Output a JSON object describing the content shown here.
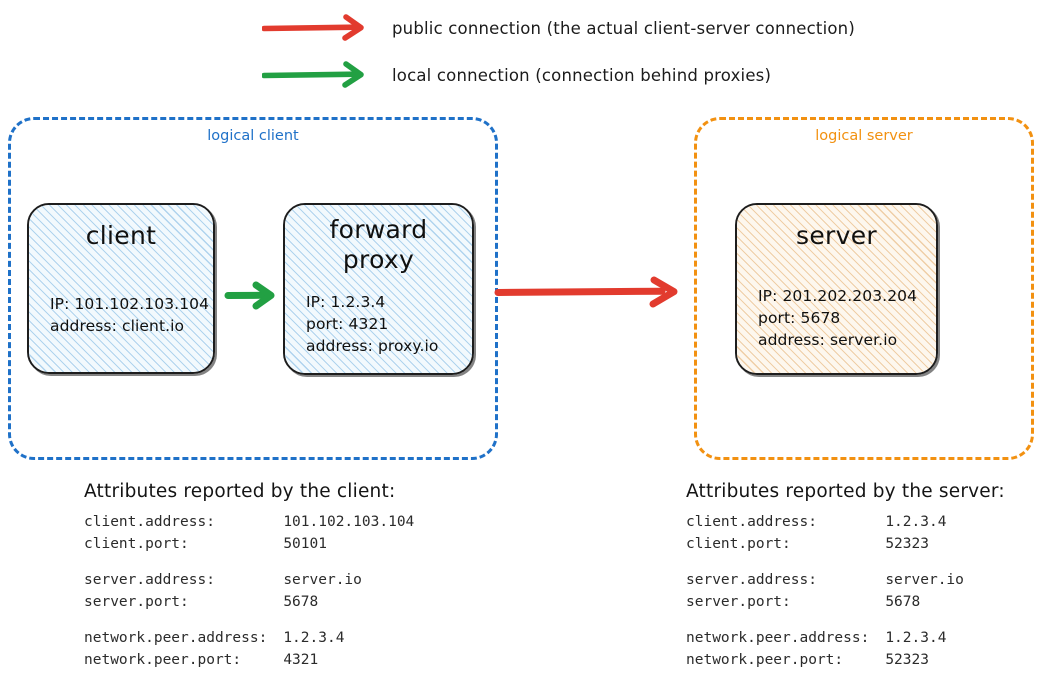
{
  "legend": [
    {
      "icon": "red-arrow-icon",
      "color": "#e23b2e",
      "label": "public connection (the actual client-server connection)"
    },
    {
      "icon": "green-arrow-icon",
      "color": "#22a043",
      "label": "local connection (connection behind proxies)"
    }
  ],
  "groups": {
    "client": {
      "title": "logical client",
      "color": "#1f71c8"
    },
    "server": {
      "title": "logical server",
      "color": "#f29111"
    }
  },
  "nodes": {
    "client": {
      "title": "client",
      "details": "IP: 101.102.103.104\naddress: client.io"
    },
    "forward_proxy": {
      "title": "forward\nproxy",
      "details": "IP: 1.2.3.4\nport: 4321\naddress: proxy.io"
    },
    "server": {
      "title": "server",
      "details": "IP: 201.202.203.204\nport: 5678\naddress: server.io"
    }
  },
  "connections": {
    "client_to_proxy": {
      "type": "local connection",
      "color": "#22a043"
    },
    "proxy_to_server": {
      "type": "public connection",
      "color": "#e23b2e"
    }
  },
  "attributes": {
    "client": {
      "heading": "Attributes reported by the client:",
      "rows": [
        {
          "key": "client.address:",
          "value": "101.102.103.104"
        },
        {
          "key": "client.port:",
          "value": "50101"
        },
        {
          "key": "",
          "value": ""
        },
        {
          "key": "server.address:",
          "value": "server.io"
        },
        {
          "key": "server.port:",
          "value": "5678"
        },
        {
          "key": "",
          "value": ""
        },
        {
          "key": "network.peer.address:",
          "value": "1.2.3.4"
        },
        {
          "key": "network.peer.port:",
          "value": "4321"
        }
      ]
    },
    "server": {
      "heading": "Attributes reported by the server:",
      "rows": [
        {
          "key": "client.address:",
          "value": "1.2.3.4"
        },
        {
          "key": "client.port:",
          "value": "52323"
        },
        {
          "key": "",
          "value": ""
        },
        {
          "key": "server.address:",
          "value": "server.io"
        },
        {
          "key": "server.port:",
          "value": "5678"
        },
        {
          "key": "",
          "value": ""
        },
        {
          "key": "network.peer.address:",
          "value": "1.2.3.4"
        },
        {
          "key": "network.peer.port:",
          "value": "52323"
        }
      ]
    }
  }
}
